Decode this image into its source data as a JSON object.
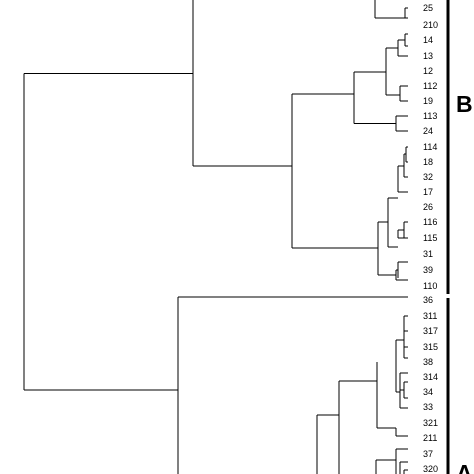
{
  "dendrogram": {
    "clusters": [
      {
        "label": "B",
        "leaves": [
          "25",
          "210",
          "14",
          "13",
          "12",
          "112",
          "19",
          "113",
          "24",
          "114",
          "18",
          "32",
          "17",
          "26",
          "116",
          "115",
          "31",
          "39",
          "110"
        ]
      },
      {
        "label": "A",
        "leaves": [
          "36",
          "311",
          "317",
          "315",
          "38",
          "314",
          "34",
          "33",
          "321",
          "211",
          "37",
          "320"
        ]
      }
    ]
  }
}
